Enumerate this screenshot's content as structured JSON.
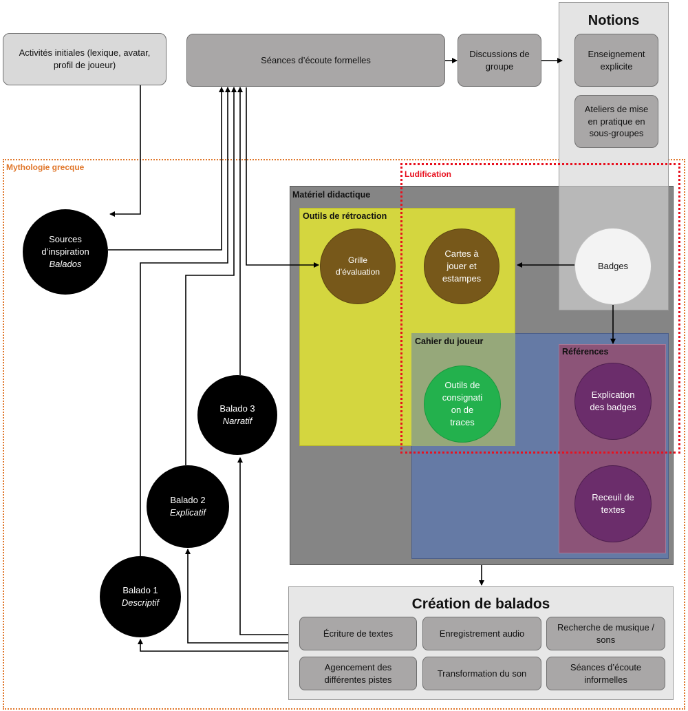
{
  "colors": {
    "mythology": "#e0762a",
    "ludification": "#e8101e",
    "materiel": "#808080",
    "retroaction": "#d9db3c",
    "cahier": "#6a7fa8",
    "references": "#8c5478"
  },
  "top_flow": {
    "activites": "Activités initiales (lexique, avatar, profil de joueur)",
    "seances": "Séances d’écoute formelles",
    "discussions": "Discussions de groupe"
  },
  "notions": {
    "title": "Notions",
    "items": [
      "Enseignement explicite",
      "Ateliers de mise en pratique en sous-groupes"
    ]
  },
  "regions": {
    "mythology": "Mythologie grecque",
    "ludification": "Ludification",
    "materiel": "Matériel didactique",
    "retroaction": "Outils de rétroaction",
    "cahier": "Cahier du joueur",
    "references": "Références"
  },
  "circles": {
    "sources": {
      "line1": "Sources",
      "line2": "d’inspiration",
      "line3": "Balados"
    },
    "balado3": {
      "line1": "Balado 3",
      "line2": "Narratif"
    },
    "balado2": {
      "line1": "Balado 2",
      "line2": "Explicatif"
    },
    "balado1": {
      "line1": "Balado 1",
      "line2": "Descriptif"
    },
    "grille": {
      "line1": "Grille",
      "line2": "d’évaluation"
    },
    "cartes": {
      "line1": "Cartes à",
      "line2": "jouer et",
      "line3": "estampes"
    },
    "badges": "Badges",
    "outils": {
      "line1": "Outils de",
      "line2": "consignati",
      "line3": "on de",
      "line4": "traces"
    },
    "explication": {
      "line1": "Explication",
      "line2": "des badges"
    },
    "receuil": {
      "line1": "Receuil de",
      "line2": "textes"
    }
  },
  "creation": {
    "title": "Création de balados",
    "items": [
      "Écriture de textes",
      "Enregistrement audio",
      "Recherche de musique / sons",
      "Agencement des différentes pistes",
      "Transformation du son",
      "Séances d’écoute informelles"
    ]
  }
}
